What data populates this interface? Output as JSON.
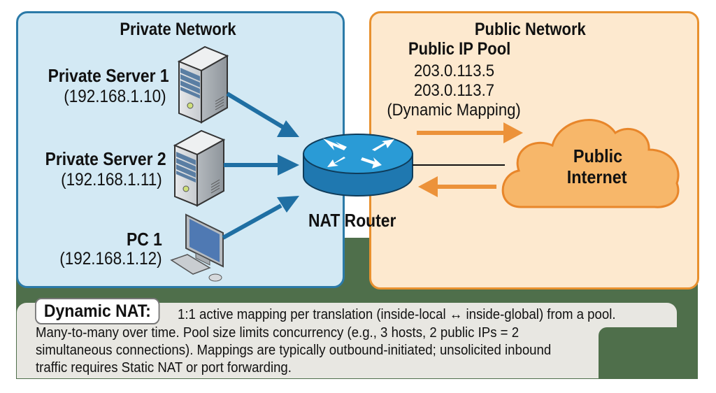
{
  "private_network": {
    "title": "Private Network",
    "devices": [
      {
        "name": "Private Server 1",
        "ip": "(192.168.1.10)",
        "type": "server"
      },
      {
        "name": "Private Server 2",
        "ip": "(192.168.1.11)",
        "type": "server"
      },
      {
        "name": "PC 1",
        "ip": "(192.168.1.12)",
        "type": "pc"
      }
    ]
  },
  "router": {
    "label": "NAT Router"
  },
  "public_network": {
    "title": "Public Network",
    "pool_title": "Public IP Pool",
    "pool_ips": [
      "203.0.113.5",
      "203.0.113.7"
    ],
    "pool_note": "(Dynamic Mapping)",
    "cloud_label_line1": "Public",
    "cloud_label_line2": "Internet"
  },
  "info": {
    "heading": "Dynamic NAT:",
    "lines": [
      "1:1 active mapping per translation (inside-local ↔ inside-global) from a pool.",
      "Many-to-many over time. Pool size limits concurrency (e.g., 3 hosts, 2 public IPs = 2",
      "simultaneous connections). Mappings are typically outbound-initiated; unsolicited inbound",
      "traffic requires Static NAT or port forwarding."
    ]
  },
  "colors": {
    "private_fill": "#d3e9f4",
    "private_border": "#2b7aa8",
    "public_fill": "#fde9cf",
    "public_border": "#e8912f",
    "arrow_blue": "#1f6fa3",
    "arrow_orange": "#ec923a",
    "router_blue": "#2a9bd6",
    "backdrop_green": "#4f6f4b"
  }
}
